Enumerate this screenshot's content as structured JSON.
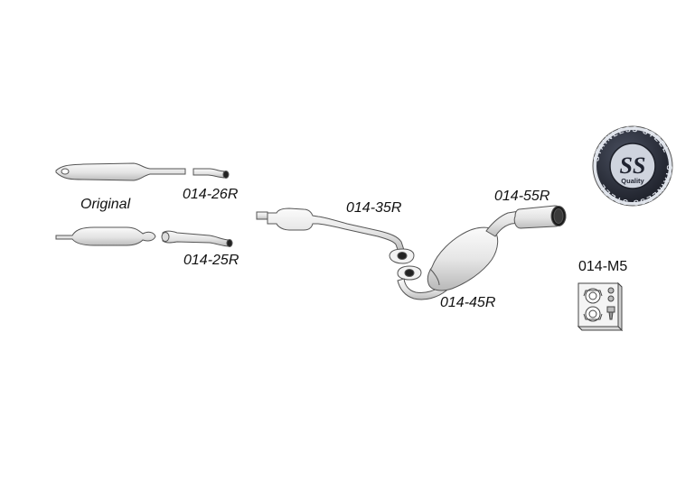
{
  "labels": {
    "original": "Original",
    "p_014_26R": "014-26R",
    "p_014_25R": "014-25R",
    "p_014_35R": "014-35R",
    "p_014_55R": "014-55R",
    "p_014_45R": "014-45R",
    "p_014_M5": "014-M5"
  },
  "badge": {
    "monogram": "SS",
    "sub": "Quality",
    "ring_text": "STAINLESS STEEL"
  },
  "colors": {
    "pipe_fill": "#e9e9e9",
    "pipe_stroke": "#555555",
    "badge_dark": "#2b2f3a",
    "badge_light": "#d9dde6"
  }
}
